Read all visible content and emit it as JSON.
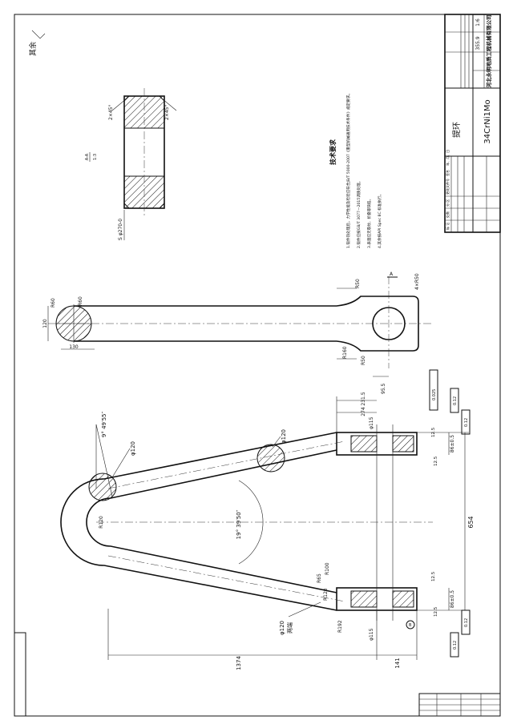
{
  "surface_mark": "其余",
  "title_block": {
    "part_name": "提环",
    "material": "34CrNi1Mo",
    "company": "河北永明地质工程机械有限公司",
    "mass": "355.9",
    "scale": "1:6",
    "header_cells": [
      "标 记",
      "处数",
      "分 区",
      "更改文件号",
      "签名",
      "年、月、日"
    ]
  },
  "tech_req": {
    "title": "技术要求",
    "lines": [
      "1.锻件热处理后，力学性能及检验应符合JB/T 5000-2007《重型机械通用技术条件》规定要求。",
      "2.锻件应按GB/T 3077—2015调质处理。",
      "3.表面应无裂纹、折叠等缺陷。",
      "4.其余按API Spec 8C 标准执行。"
    ]
  },
  "section_view": {
    "label": "A-A",
    "scale": "1:3",
    "chamfer_top": "2×45°",
    "chamfer_right": "2×45°",
    "dia": "S φ270-0"
  },
  "top_view": {
    "r60a": "R60",
    "r60b": "R60",
    "h120": "120",
    "w130": "130",
    "r50a": "R50",
    "r50b": "R50",
    "r4": "4×R50",
    "r160": "R160",
    "dim955": "95.5",
    "section_mark": "A"
  },
  "main_view": {
    "angle1": "9° 49′55″",
    "angle2": "19° 39′50″",
    "dia120a": "φ120",
    "dia120b": "φ120",
    "dia120c": "φ120",
    "ends": "两端",
    "r120": "R120",
    "r100": "R100",
    "r65": "R65",
    "r120b": "R120",
    "r192": "R192",
    "dim1374": "1374",
    "dim141": "141",
    "dim2315": "231.5",
    "dim274": "274",
    "dim654": "654",
    "dim86a": "86±0.5",
    "dim86b": "86±0.5",
    "dim125a": "12.5",
    "dim125b": "12.5",
    "dim125c": "12.5",
    "dim125d": "12.5",
    "bore_top": "φ115",
    "bore_bottom": "φ115",
    "tol1": "0.025",
    "tol2": "0.12",
    "tol3": "0.12",
    "tol4": "0.12",
    "tol5": "0.12",
    "datum": "B"
  }
}
